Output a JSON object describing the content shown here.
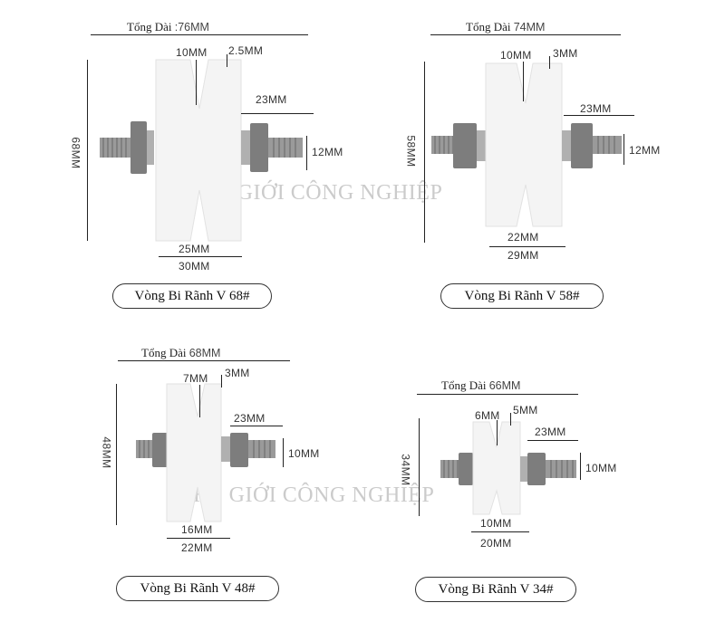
{
  "watermark": "THẾ GIỚI CÔNG NGHIỆP",
  "colors": {
    "wheel": "#f3f3f3",
    "bolt": "#8a8a8a",
    "line": "#222222"
  },
  "panels": [
    {
      "caption": "Vòng Bi Rãnh V 68#",
      "total_label": "Tổng Dài",
      "total_value": ":76MM",
      "groove_width": "10MM",
      "groove_edge": "2.5MM",
      "bolt_length": "23MM",
      "bolt_diameter": "12MM",
      "height": "68MM",
      "hub_width": "25MM",
      "wheel_width": "30MM"
    },
    {
      "caption": "Vòng Bi Rãnh V 58#",
      "total_label": "Tổng Dài",
      "total_value": "74MM",
      "groove_width": "10MM",
      "groove_edge": "3MM",
      "bolt_length": "23MM",
      "bolt_diameter": "12MM",
      "height": "58MM",
      "hub_width": "22MM",
      "wheel_width": "29MM"
    },
    {
      "caption": "Vòng Bi Rãnh V 48#",
      "total_label": "Tổng Dài",
      "total_value": "68MM",
      "groove_width": "7MM",
      "groove_edge": "3MM",
      "bolt_length": "23MM",
      "bolt_diameter": "10MM",
      "height": "48MM",
      "hub_width": "16MM",
      "wheel_width": "22MM"
    },
    {
      "caption": "Vòng Bi Rãnh V 34#",
      "total_label": "Tổng Dài",
      "total_value": "66MM",
      "groove_width": "6MM",
      "groove_edge": "5MM",
      "bolt_length": "23MM",
      "bolt_diameter": "10MM",
      "height": "34MM",
      "hub_width": "10MM",
      "wheel_width": "20MM"
    }
  ]
}
